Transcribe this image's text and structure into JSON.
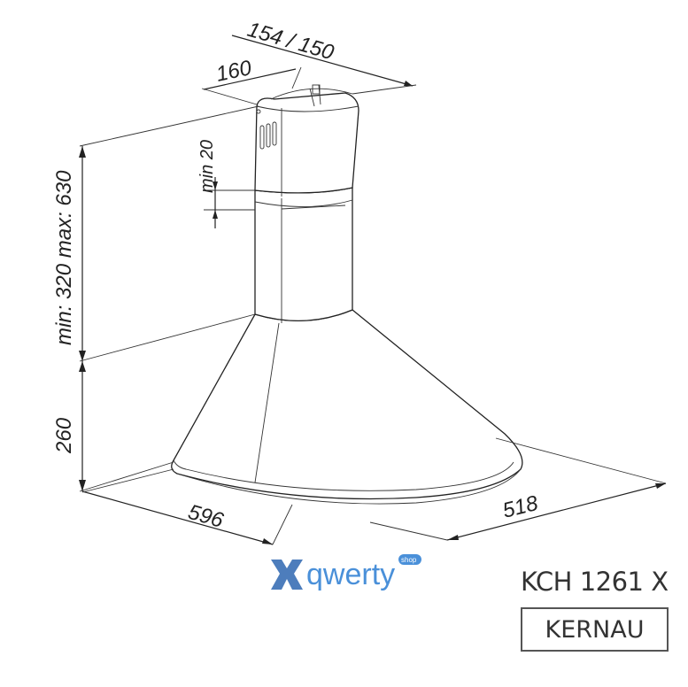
{
  "dimensions": {
    "chimney_depth": "154 / 150",
    "chimney_width": "160",
    "height_range": "min: 320 max: 630",
    "min_gap": "min 20",
    "hood_height": "260",
    "width": "596",
    "depth": "518"
  },
  "model": "KCH 1261 X",
  "brand": "KERNAU",
  "watermark": {
    "text": "qwerty",
    "sub": "shop",
    "color": "#4a90d9"
  }
}
